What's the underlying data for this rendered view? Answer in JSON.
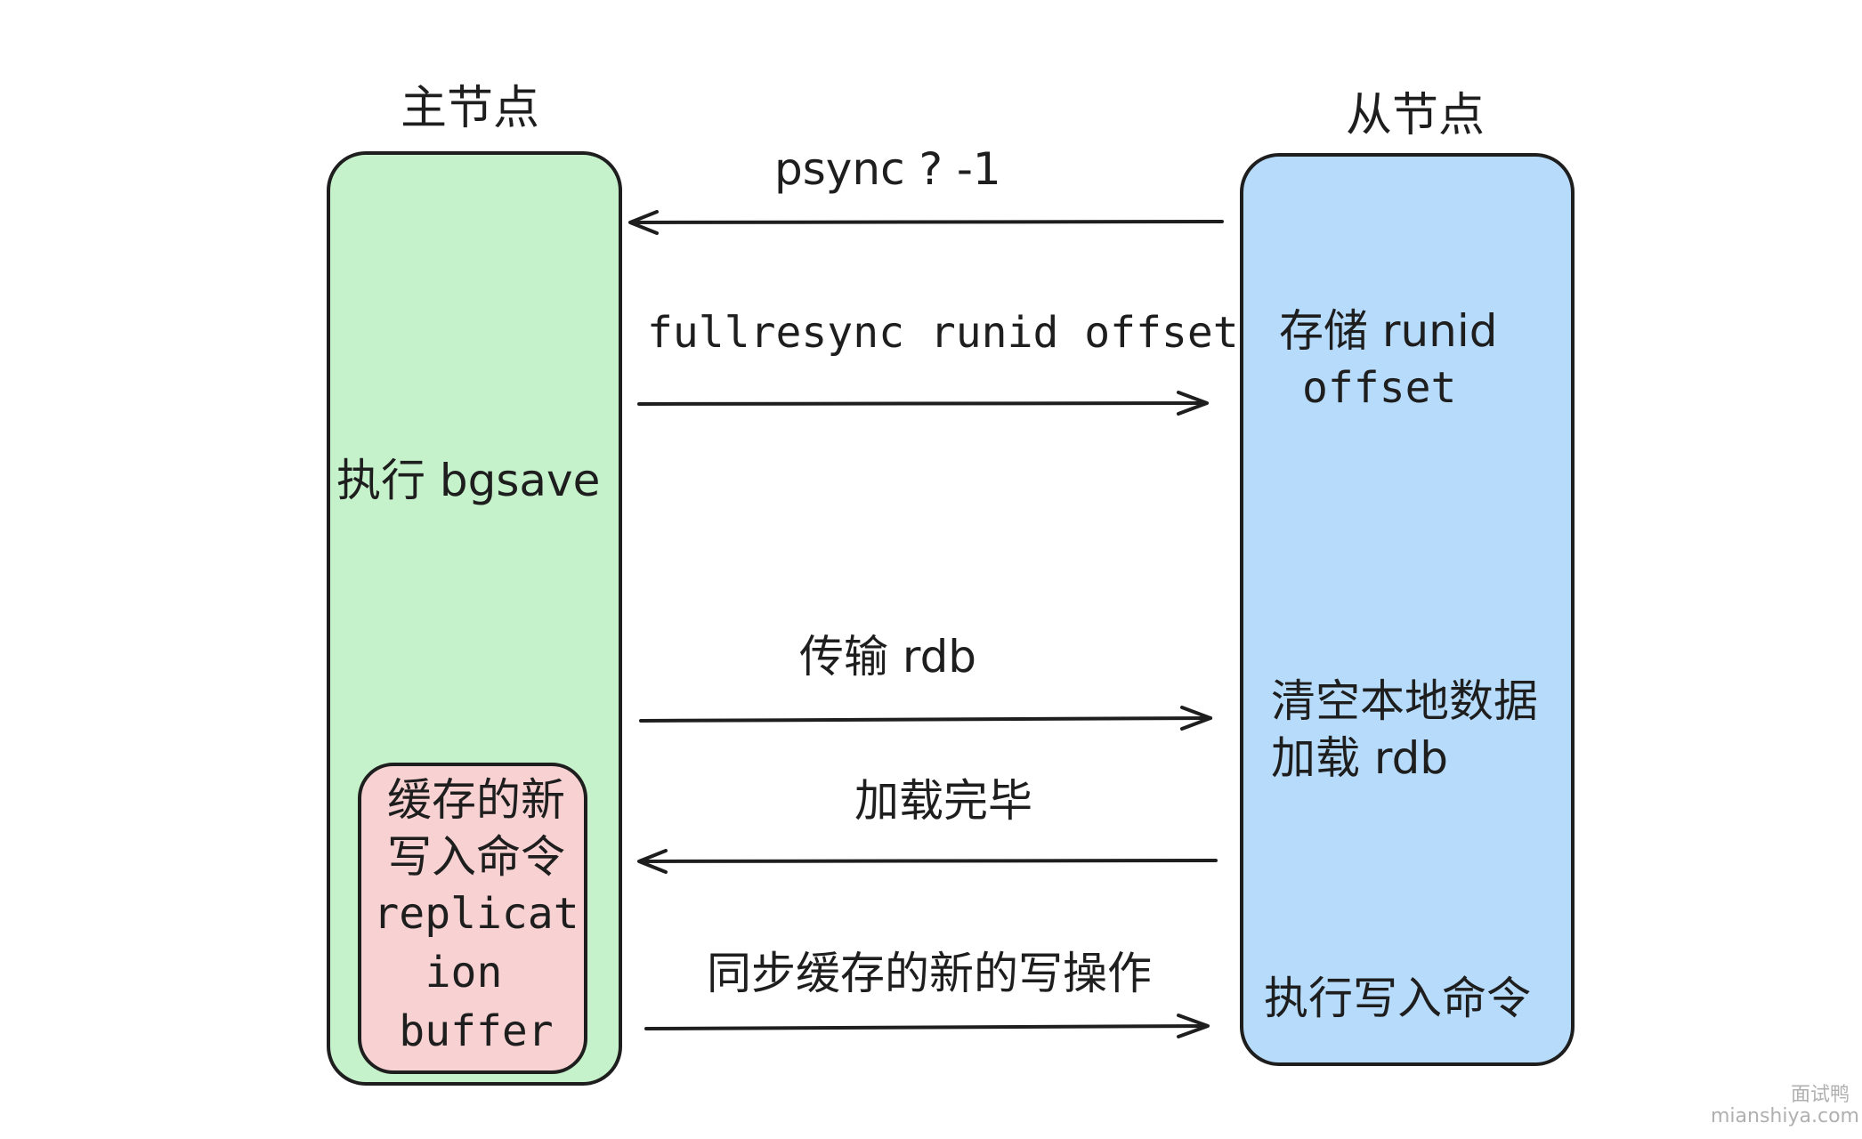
{
  "colors": {
    "stroke": "#1e1e1e",
    "master_fill": "#c6f2cb",
    "slave_fill": "#b7dbfb",
    "buffer_fill": "#f8d2d2"
  },
  "master": {
    "title": "主节点",
    "action": "执行 bgsave",
    "buffer_lines": [
      "缓存的新",
      "写入命令",
      "replicat",
      "ion",
      "buffer"
    ]
  },
  "slave": {
    "title": "从节点",
    "store_lines": [
      "存储 runid",
      "offset"
    ],
    "clear_lines": [
      "清空本地数据",
      "加载 rdb"
    ],
    "execute": "执行写入命令"
  },
  "messages": [
    {
      "label": "psync ? -1",
      "direction": "slave-to-master"
    },
    {
      "label": "fullresync runid offset",
      "direction": "master-to-slave"
    },
    {
      "label": "传输 rdb",
      "direction": "master-to-slave"
    },
    {
      "label": "加载完毕",
      "direction": "slave-to-master"
    },
    {
      "label": "同步缓存的新的写操作",
      "direction": "master-to-slave"
    }
  ],
  "watermark": {
    "name": "面试鸭",
    "site": "mianshiya.com"
  }
}
